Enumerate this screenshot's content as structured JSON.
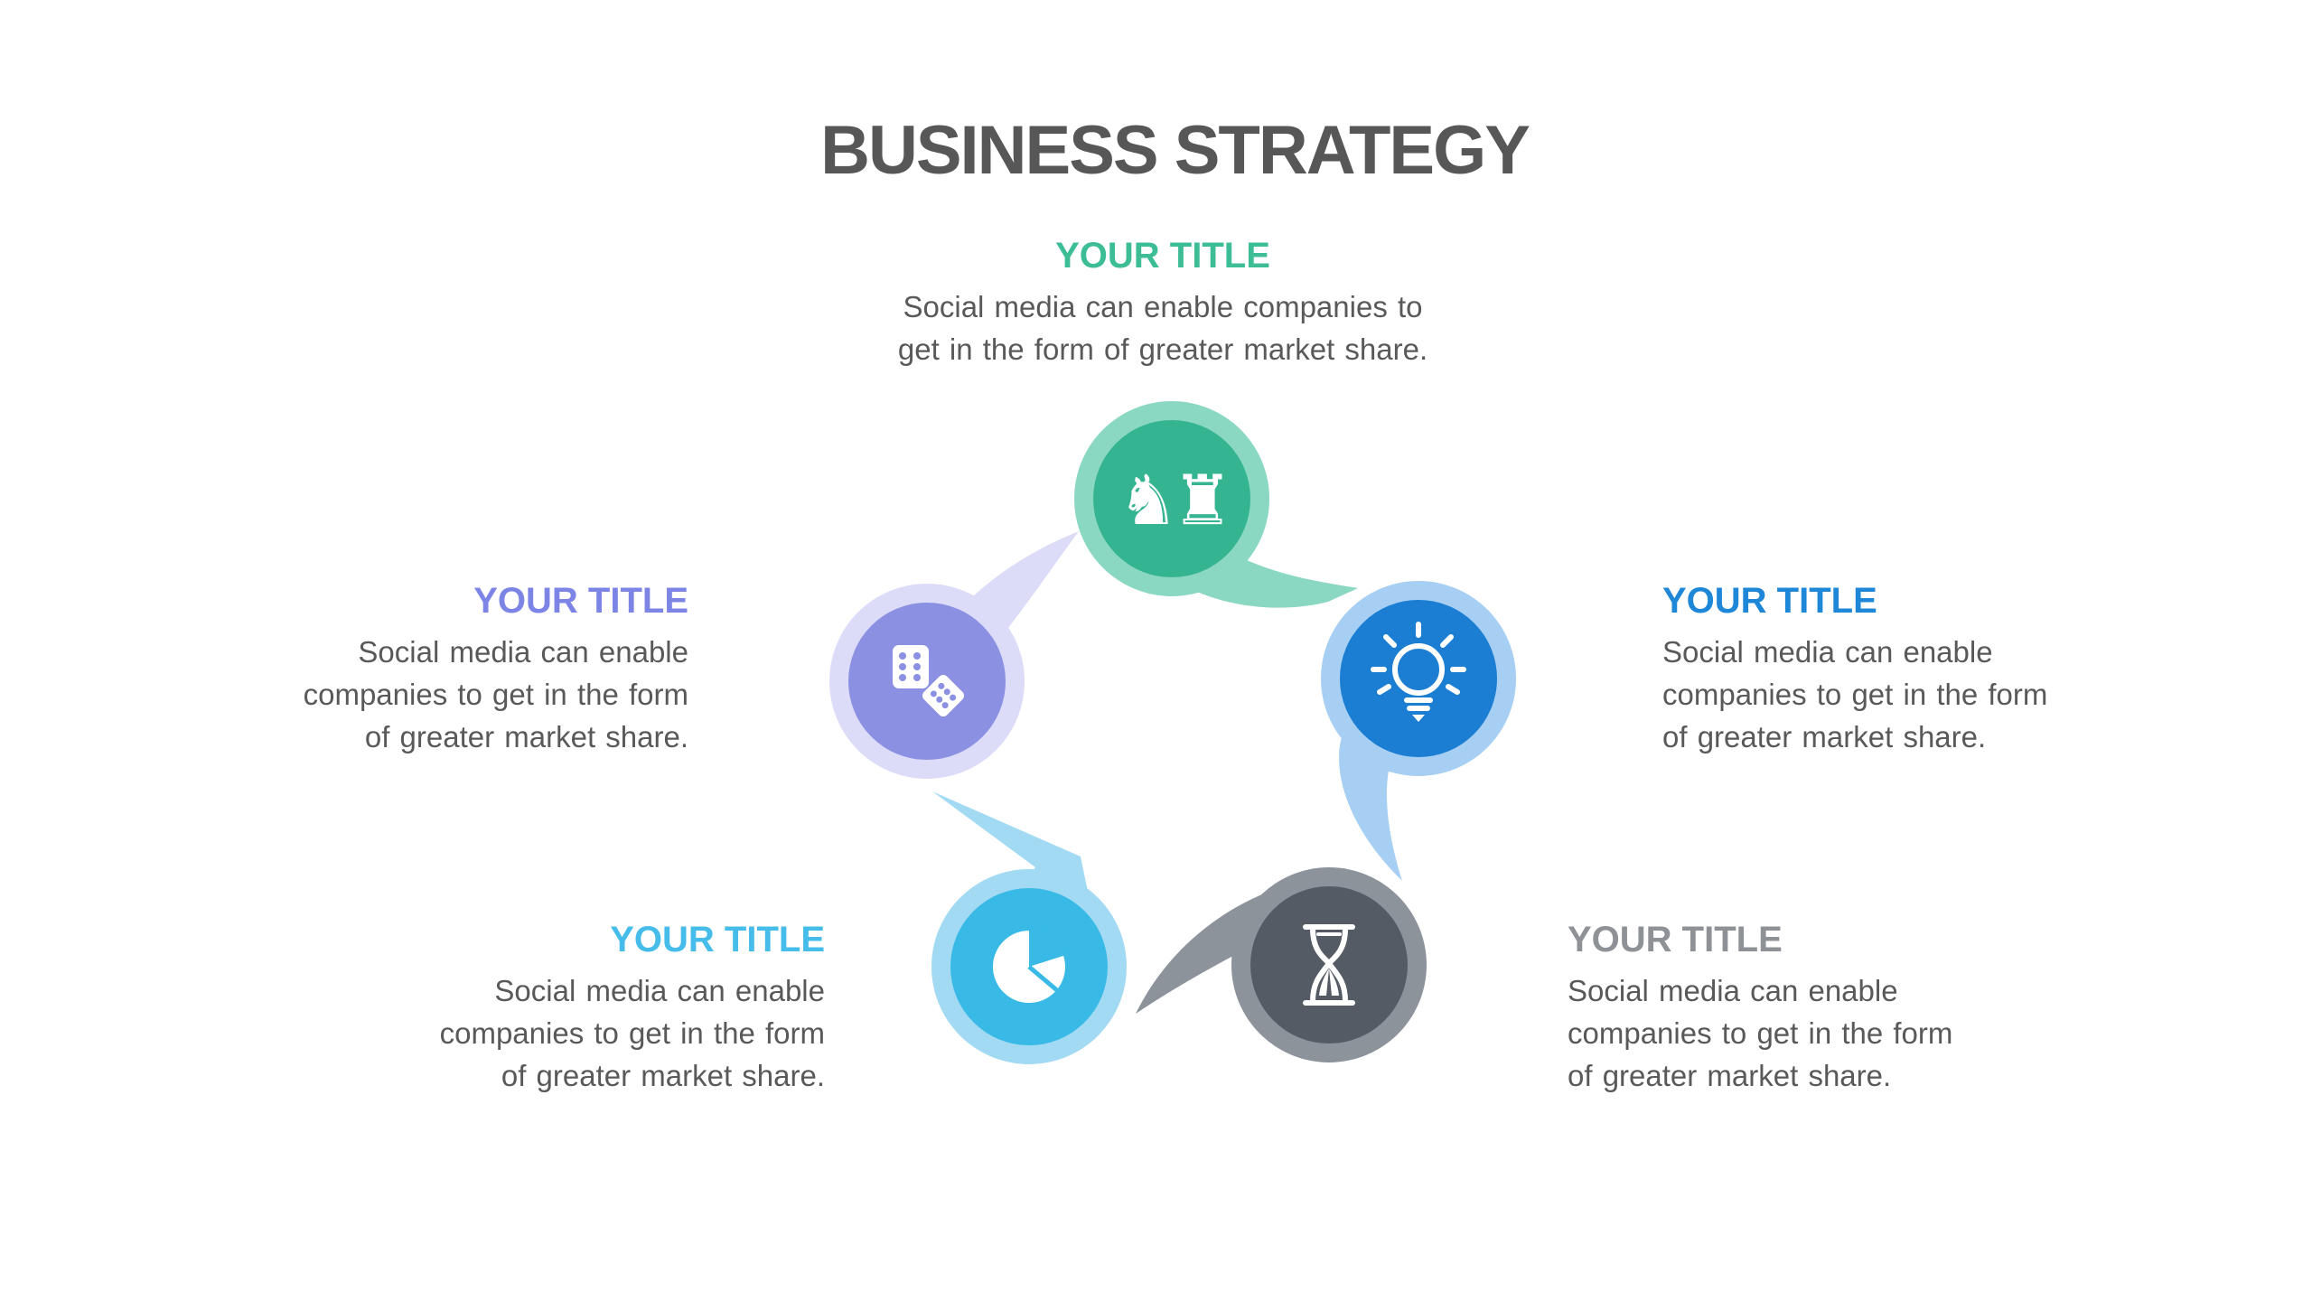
{
  "background": "#ffffff",
  "main_title": {
    "text": "BUSINESS STRATEGY",
    "color": "#575757"
  },
  "body_text_color": "#595959",
  "sections": {
    "top": {
      "title": "YOUR TITLE",
      "title_color": "#3cbd96",
      "lines": [
        "Social media can enable companies to",
        "get in the form of greater market share."
      ]
    },
    "left": {
      "title": "YOUR TITLE",
      "title_color": "#7c84e6",
      "lines": [
        "Social media can enable",
        "companies to get in the form",
        "of greater market share."
      ]
    },
    "right": {
      "title": "YOUR TITLE",
      "title_color": "#1e87d8",
      "lines": [
        "Social media can enable",
        "companies to get in the form",
        "of greater market share."
      ]
    },
    "bottom_left": {
      "title": "YOUR TITLE",
      "title_color": "#45bce9",
      "lines": [
        "Social media can enable",
        "companies to get in the form",
        "of greater market share."
      ]
    },
    "bottom_right": {
      "title": "YOUR TITLE",
      "title_color": "#8e9196",
      "lines": [
        "Social media can enable",
        "companies to get in the form",
        "of greater market share."
      ]
    }
  },
  "nodes": {
    "strategy": {
      "icon": "chess-icon",
      "ring": "#8bd8c2",
      "fill": "#35b491",
      "glyphs": "♞♜"
    },
    "idea": {
      "icon": "lightbulb-icon",
      "ring": "#a6cff3",
      "fill": "#1b7ed3"
    },
    "time": {
      "icon": "hourglass-icon",
      "ring": "#8c939b",
      "fill": "#555b64"
    },
    "analytics": {
      "icon": "pie-chart-icon",
      "ring": "#a3daf3",
      "fill": "#39bae6"
    },
    "chance": {
      "icon": "dice-icon",
      "ring": "#dcdcf8",
      "fill": "#8b90e3"
    }
  }
}
